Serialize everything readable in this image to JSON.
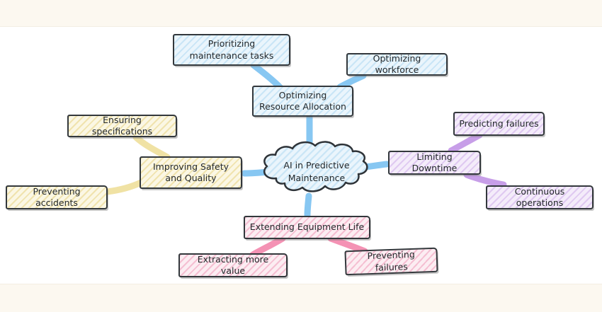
{
  "diagram": {
    "type": "mindmap",
    "title": "AI in Predictive Maintenance mind map",
    "root": {
      "label": "AI in Predictive Maintenance",
      "shape": "cloud",
      "fill": "#eaf5fc",
      "stripe": "#c9e5f6"
    },
    "branches": [
      {
        "label": "Optimizing Resource Allocation",
        "edge_color": "#87c7f2",
        "fill": "#eaf5fc",
        "stripe": "#c9e5f6",
        "children": [
          {
            "label": "Prioritizing maintenance tasks"
          },
          {
            "label": "Optimizing workforce"
          }
        ]
      },
      {
        "label": "Limiting Downtime",
        "edge_color": "#c79ee8",
        "fill": "#f4ecfa",
        "stripe": "#dfc9f1",
        "children": [
          {
            "label": "Predicting failures"
          },
          {
            "label": "Continuous operations"
          }
        ]
      },
      {
        "label": "Extending Equipment Life",
        "edge_color": "#f492b4",
        "fill": "#fcedf2",
        "stripe": "#f5bfd2",
        "children": [
          {
            "label": "Extracting more value"
          },
          {
            "label": "Preventing failures"
          }
        ]
      },
      {
        "label": "Improving Safety and Quality",
        "edge_color": "#f0e2a4",
        "fill": "#fbf7e4",
        "stripe": "#f0e3ae",
        "children": [
          {
            "label": "Ensuring specifications"
          },
          {
            "label": "Preventing accidents"
          }
        ]
      }
    ],
    "style": {
      "border_color": "#33383c",
      "text_color": "#24292c",
      "band_color": "#fcf8f0",
      "canvas_color": "#ffffff"
    }
  }
}
